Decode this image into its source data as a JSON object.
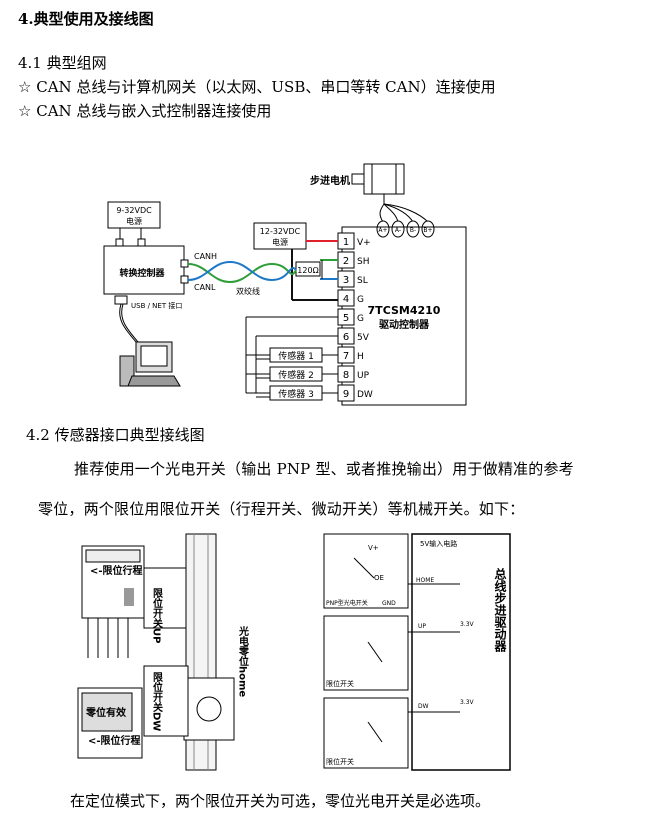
{
  "section": {
    "title": "4.典型使用及接线图",
    "sub1": "4.1  典型组网",
    "bullet1": "☆  CAN 总线与计算机网关（以太网、USB、串口等转 CAN）连接使用",
    "bullet2": "☆  CAN 总线与嵌入式控制器连接使用",
    "sub2": "4.2 传感器接口典型接线图",
    "para_l1": "推荐使用一个光电开关（输出 PNP 型、或者推挽输出）用于做精准的参考",
    "para_l2": "零位，两个限位用限位开关（行程开关、微动开关）等机械开关。如下：",
    "footer": "在定位模式下，两个限位开关为可选，零位光电开关是必选项。"
  },
  "diagram1": {
    "motor_label": "步进电机",
    "motor_pins": [
      "A+",
      "A-",
      "B-",
      "B+"
    ],
    "psu1": [
      "9-32VDC",
      "电源"
    ],
    "psu2": [
      "12-32VDC",
      "电源"
    ],
    "converter": "转换控制器",
    "canh": "CANH",
    "canl": "CANL",
    "twisted": "双绞线",
    "usb": "USB / NET 接口",
    "resistor": "120Ω",
    "driver_model": "7TCSM4210",
    "driver_name": "驱动控制器",
    "terminals": [
      {
        "n": "1",
        "label": "V+"
      },
      {
        "n": "2",
        "label": "SH"
      },
      {
        "n": "3",
        "label": "SL"
      },
      {
        "n": "4",
        "label": "G"
      },
      {
        "n": "5",
        "label": "G"
      },
      {
        "n": "6",
        "label": "5V"
      },
      {
        "n": "7",
        "label": "H"
      },
      {
        "n": "8",
        "label": "UP"
      },
      {
        "n": "9",
        "label": "DW"
      }
    ],
    "sensors": [
      "传感器 1",
      "传感器 2",
      "传感器 3"
    ],
    "colors": {
      "red": "#e0202a",
      "black": "#111111",
      "green": "#2e9e3a",
      "blue": "#1e78c8"
    }
  },
  "diagram2": {
    "limit_travel": "<-限位行程",
    "limit_up": "限位开关UP",
    "photo_home": "光电零位home",
    "zero_valid": "零位有效",
    "limit_dw": "限位开关DW",
    "limit_travel2": "<-限位行程"
  },
  "diagram3": {
    "driver_vert": "总线步进驱动器",
    "io_header": "5V输入电路",
    "pnp_switch": "PNP型光电开关",
    "vplus": "V+",
    "oe": "OE",
    "gnd": "GND",
    "home": "HOME",
    "up": "UP",
    "dw": "DW",
    "v33": "3.3V",
    "limit_switch": "限位开关"
  }
}
